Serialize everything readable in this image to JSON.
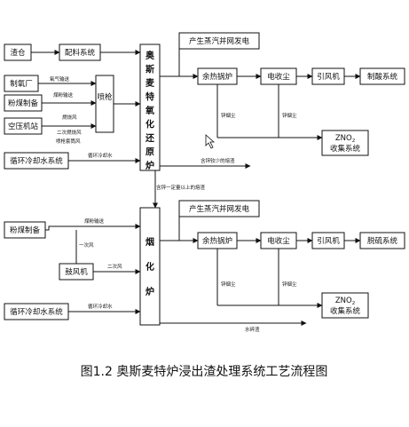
{
  "diagram": {
    "nodes": {
      "zhacang": "渣仓",
      "peiliao": "配料系统",
      "zhiyang": "制氧厂",
      "fenmei_1": "粉煤制备",
      "kongya": "空压机站",
      "penqiang": "喷枪",
      "xunhuan_1": "循环冷却水系统",
      "ausmelt_furnace": "奥斯麦特氧化还原炉",
      "steam_1": "产生蒸汽并网发电",
      "boiler_1": "余热锅炉",
      "esp_1": "电收尘",
      "fan_1": "引风机",
      "acid": "制酸系统",
      "zno_1_a": "ZNO",
      "zno_1_sub": "2",
      "zno_1_b": "收集系统",
      "fenmei_2": "粉煤制备",
      "gufengji": "鼓风机",
      "xunhuan_2": "循环冷却水系统",
      "fuming_furnace": "烟化炉",
      "steam_2": "产生蒸汽并网发电",
      "boiler_2": "余热锅炉",
      "esp_2": "电收尘",
      "fan_2": "引风机",
      "desulf": "脱硫系统",
      "zno_2_a": "ZNO",
      "zno_2_sub": "2",
      "zno_2_b": "收集系统"
    },
    "labels": {
      "oxygen_feed": "氧气输送",
      "coal_feed_1": "煤粉输送",
      "combustion_air": "燃烧风",
      "secondary_air_1": "二次燃烧风",
      "lance_air": "喷枪套筒风",
      "cooling_water_1": "循环冷却水",
      "zinc_dust_1a": "锌烟尘",
      "zinc_dust_1b": "锌烟尘",
      "low_zinc_slag": "含锌较少的熔渣",
      "high_zinc_slag": "含锌一定量以上的熔渣",
      "coal_feed_2": "煤粉输送",
      "primary_air": "一次风",
      "secondary_air_2": "二次风",
      "cooling_water_2": "循环冷却水",
      "zinc_dust_2a": "锌烟尘",
      "zinc_dust_2b": "锌烟尘",
      "water_slag": "水碎渣"
    },
    "caption": "图1.2  奥斯麦特炉浸出渣处理系统工艺流程图"
  }
}
